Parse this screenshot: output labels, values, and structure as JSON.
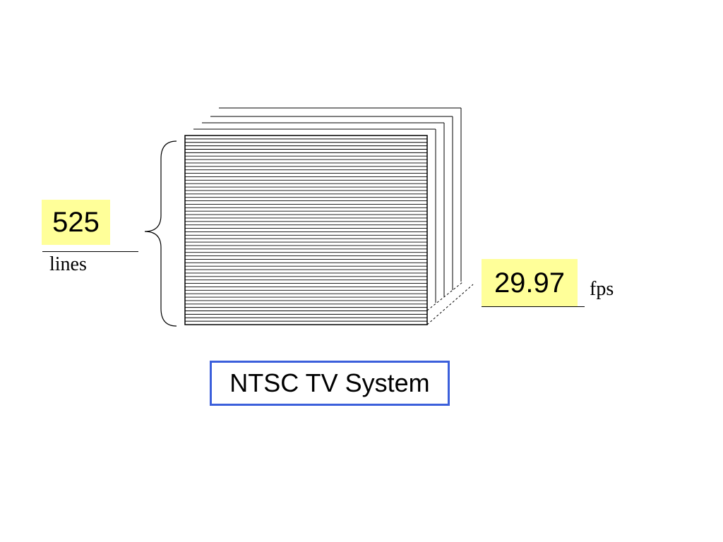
{
  "lines": {
    "value": "525",
    "unit": "lines"
  },
  "frame_rate": {
    "value": "29.97",
    "unit": "fps"
  },
  "system_label": "NTSC TV System",
  "colors": {
    "highlight": "#ffff99",
    "label_border": "#3b5fdb",
    "stroke": "#000000"
  }
}
